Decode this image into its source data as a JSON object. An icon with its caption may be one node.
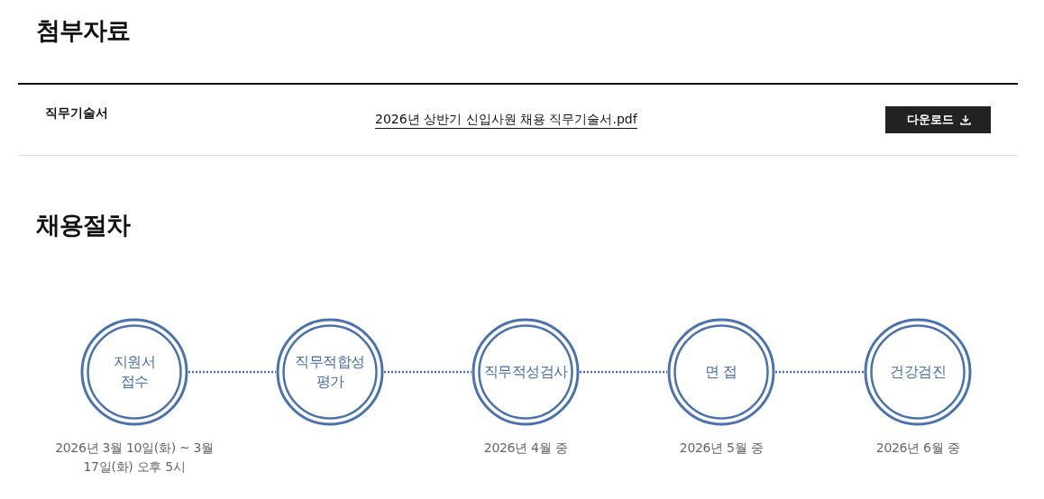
{
  "diagram": {
    "nodes": [
      {
        "text": [
          "지원서 접수"
        ],
        "beside": [
          "2026년 3월 10일(화) ~ 3월 17일(화) 오후 5시"
        ]
      },
      {
        "text": [
          "직무적합성 평가"
        ]
      },
      {
        "text": [
          "직무적성검사"
        ],
        "beside": [
          "2026년 4월 중"
        ]
      },
      {
        "text": [
          "면 접"
        ],
        "beside": [
          "2026년 5월 중"
        ]
      },
      {
        "text": [
          "건강검진"
        ],
        "beside": [
          "2026년 6월 중"
        ]
      }
    ],
    "edges": [
      {
        "from": 0,
        "to": 1,
        "arrow": "none",
        "style": "dashed"
      },
      {
        "from": 1,
        "to": 2,
        "arrow": "none",
        "style": "dashed"
      },
      {
        "from": 2,
        "to": 3,
        "arrow": "none",
        "style": "dashed"
      },
      {
        "from": 3,
        "to": 4,
        "arrow": "none",
        "style": "dashed"
      }
    ],
    "labels": [
      "첨부자료",
      "직무기술서",
      "2026년 상반기 신입사원 채용 직무기술서.pdf",
      "다운로드",
      "채용절차"
    ]
  }
}
